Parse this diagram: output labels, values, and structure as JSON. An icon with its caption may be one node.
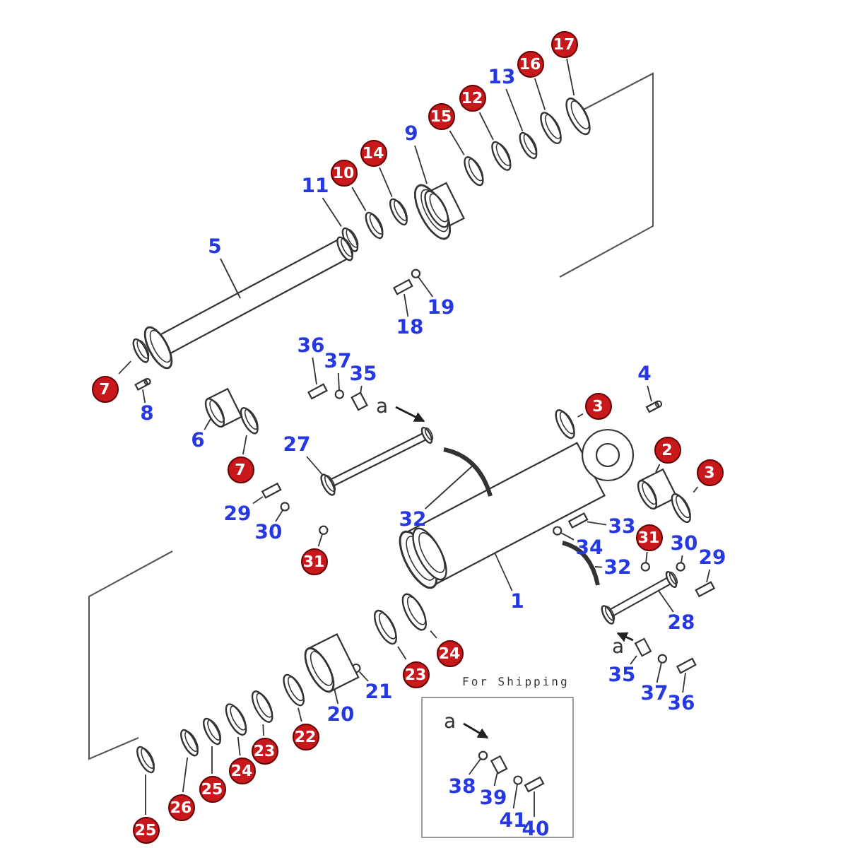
{
  "diagram": {
    "nodes": [
      {
        "text": [
          "17"
        ]
      },
      {
        "text": [
          "16"
        ]
      },
      {
        "text": [
          "13"
        ]
      },
      {
        "text": [
          "12"
        ]
      },
      {
        "text": [
          "15"
        ]
      },
      {
        "text": [
          "9"
        ]
      },
      {
        "text": [
          "14"
        ]
      },
      {
        "text": [
          "10"
        ]
      },
      {
        "text": [
          "11"
        ]
      },
      {
        "text": [
          "5"
        ]
      },
      {
        "text": [
          "19"
        ]
      },
      {
        "text": [
          "18"
        ]
      },
      {
        "text": [
          "36"
        ]
      },
      {
        "text": [
          "37"
        ]
      },
      {
        "text": [
          "35"
        ]
      },
      {
        "text": [
          "4"
        ]
      },
      {
        "text": [
          "7"
        ]
      },
      {
        "text": [
          "8"
        ]
      },
      {
        "text": [
          "3"
        ]
      },
      {
        "text": [
          "2"
        ]
      },
      {
        "text": [
          "6"
        ]
      },
      {
        "text": [
          "27"
        ]
      },
      {
        "text": [
          "3"
        ]
      },
      {
        "text": [
          "7"
        ]
      },
      {
        "text": [
          "32"
        ]
      },
      {
        "text": [
          "29"
        ]
      },
      {
        "text": [
          "30"
        ]
      },
      {
        "text": [
          "33"
        ]
      },
      {
        "text": [
          "31"
        ]
      },
      {
        "text": [
          "30"
        ]
      },
      {
        "text": [
          "29"
        ]
      },
      {
        "text": [
          "34"
        ]
      },
      {
        "text": [
          "32"
        ]
      },
      {
        "text": [
          "31"
        ]
      },
      {
        "text": [
          "1"
        ]
      },
      {
        "text": [
          "28"
        ]
      },
      {
        "text": [
          "24"
        ]
      },
      {
        "text": [
          "23"
        ]
      },
      {
        "text": [
          "21"
        ]
      },
      {
        "text": [
          "35"
        ]
      },
      {
        "text": [
          "37"
        ]
      },
      {
        "text": [
          "36"
        ]
      },
      {
        "text": [
          "20"
        ]
      },
      {
        "text": [
          "22"
        ]
      },
      {
        "text": [
          "23"
        ]
      },
      {
        "text": [
          "24"
        ]
      },
      {
        "text": [
          "25"
        ]
      },
      {
        "text": [
          "26"
        ]
      },
      {
        "text": [
          "25"
        ]
      },
      {
        "text": [],
        "shape": "box"
      },
      {
        "text": [
          "38"
        ],
        "in": 49
      },
      {
        "text": [
          "39"
        ],
        "in": 49
      },
      {
        "text": [
          "41"
        ],
        "in": 49
      },
      {
        "text": [
          "40"
        ],
        "in": 49
      },
      {
        "text": [],
        "shape": "picture"
      },
      {
        "text": [],
        "shape": "picture"
      },
      {
        "text": [],
        "shape": "picture"
      },
      {
        "text": [],
        "shape": "picture"
      },
      {
        "text": [],
        "shape": "picture"
      },
      {
        "text": [],
        "shape": "picture"
      },
      {
        "text": [],
        "shape": "picture"
      },
      {
        "text": [],
        "shape": "picture"
      },
      {
        "text": [],
        "shape": "picture"
      },
      {
        "text": [],
        "shape": "picture"
      },
      {
        "text": [],
        "shape": "circle"
      },
      {
        "text": [],
        "shape": "box"
      },
      {
        "text": [],
        "shape": "box"
      },
      {
        "text": [],
        "shape": "circle"
      },
      {
        "text": [],
        "shape": "box"
      },
      {
        "text": [],
        "shape": "box"
      },
      {
        "text": [],
        "shape": "picture"
      },
      {
        "text": [],
        "shape": "box"
      },
      {
        "text": [],
        "shape": "picture"
      },
      {
        "text": [],
        "shape": "picture"
      },
      {
        "text": [],
        "shape": "picture"
      },
      {
        "text": [],
        "shape": "bar"
      },
      {
        "text": [],
        "shape": "picture"
      },
      {
        "text": [],
        "shape": "picture"
      },
      {
        "text": [],
        "shape": "picture"
      },
      {
        "text": [],
        "shape": "box"
      },
      {
        "text": [],
        "shape": "circle"
      },
      {
        "text": [],
        "shape": "box"
      },
      {
        "text": [],
        "shape": "circle"
      },
      {
        "text": [],
        "shape": "circle"
      },
      {
        "text": [],
        "shape": "box"
      },
      {
        "text": [],
        "shape": "circle"
      },
      {
        "text": [],
        "shape": "picture"
      },
      {
        "text": [],
        "shape": "circle"
      },
      {
        "text": [],
        "shape": "picture"
      },
      {
        "text": [],
        "shape": "bar"
      },
      {
        "text": [],
        "shape": "picture"
      },
      {
        "text": [],
        "shape": "picture"
      },
      {
        "text": [],
        "shape": "circle"
      },
      {
        "text": [],
        "shape": "box"
      },
      {
        "text": [],
        "shape": "circle"
      },
      {
        "text": [],
        "shape": "box"
      },
      {
        "text": [],
        "shape": "picture"
      },
      {
        "text": [],
        "shape": "picture"
      },
      {
        "text": [],
        "shape": "picture"
      },
      {
        "text": [],
        "shape": "picture"
      },
      {
        "text": [],
        "shape": "picture"
      },
      {
        "text": [],
        "shape": "picture"
      },
      {
        "text": [],
        "shape": "picture"
      },
      {
        "text": [],
        "shape": "circle",
        "in": 49
      },
      {
        "text": [],
        "shape": "box",
        "in": 49
      },
      {
        "text": [],
        "shape": "circle",
        "in": 49
      },
      {
        "text": [],
        "shape": "box",
        "in": 49
      }
    ],
    "edges": [
      {
        "from": 0,
        "to": 54,
        "arrow": "none"
      },
      {
        "from": 1,
        "to": 55,
        "arrow": "none"
      },
      {
        "from": 2,
        "to": 56,
        "arrow": "none"
      },
      {
        "from": 3,
        "to": 57,
        "arrow": "none"
      },
      {
        "from": 4,
        "to": 58,
        "arrow": "none"
      },
      {
        "from": 5,
        "to": 59,
        "arrow": "none"
      },
      {
        "from": 6,
        "to": 60,
        "arrow": "none"
      },
      {
        "from": 7,
        "to": 61,
        "arrow": "none"
      },
      {
        "from": 8,
        "to": 62,
        "arrow": "none"
      },
      {
        "from": 9,
        "to": 63,
        "arrow": "none"
      },
      {
        "from": 10,
        "to": 64,
        "arrow": "none"
      },
      {
        "from": 11,
        "to": 65,
        "arrow": "none"
      },
      {
        "from": 12,
        "to": 66,
        "arrow": "none"
      },
      {
        "from": 13,
        "to": 67,
        "arrow": "none"
      },
      {
        "from": 14,
        "to": 68,
        "arrow": "none"
      },
      {
        "from": 15,
        "to": 69,
        "arrow": "none"
      },
      {
        "from": 16,
        "to": 70,
        "arrow": "none"
      },
      {
        "from": 17,
        "to": 71,
        "arrow": "none"
      },
      {
        "from": 18,
        "to": 72,
        "arrow": "none"
      },
      {
        "from": 19,
        "to": 73,
        "arrow": "none"
      },
      {
        "from": 20,
        "to": 74,
        "arrow": "none"
      },
      {
        "from": 21,
        "to": 75,
        "arrow": "none"
      },
      {
        "from": 22,
        "to": 76,
        "arrow": "none"
      },
      {
        "from": 23,
        "to": 77,
        "arrow": "none"
      },
      {
        "from": 24,
        "to": 78,
        "arrow": "none"
      },
      {
        "from": 25,
        "to": 79,
        "arrow": "none"
      },
      {
        "from": 26,
        "to": 80,
        "arrow": "none"
      },
      {
        "from": 27,
        "to": 81,
        "arrow": "none"
      },
      {
        "from": 28,
        "to": 82,
        "arrow": "none"
      },
      {
        "from": 29,
        "to": 83,
        "arrow": "none"
      },
      {
        "from": 30,
        "to": 84,
        "arrow": "none"
      },
      {
        "from": 31,
        "to": 85,
        "arrow": "none"
      },
      {
        "from": 32,
        "to": 86,
        "arrow": "none"
      },
      {
        "from": 33,
        "to": 87,
        "arrow": "none"
      },
      {
        "from": 34,
        "to": 88,
        "arrow": "none"
      },
      {
        "from": 35,
        "to": 89,
        "arrow": "none"
      },
      {
        "from": 36,
        "to": 90,
        "arrow": "none"
      },
      {
        "from": 37,
        "to": 91,
        "arrow": "none"
      },
      {
        "from": 38,
        "to": 92,
        "arrow": "none"
      },
      {
        "from": 39,
        "to": 93,
        "arrow": "none"
      },
      {
        "from": 40,
        "to": 94,
        "arrow": "none"
      },
      {
        "from": 41,
        "to": 95,
        "arrow": "none"
      },
      {
        "from": 42,
        "to": 96,
        "arrow": "none"
      },
      {
        "from": 43,
        "to": 97,
        "arrow": "none"
      },
      {
        "from": 44,
        "to": 98,
        "arrow": "none"
      },
      {
        "from": 45,
        "to": 99,
        "arrow": "none"
      },
      {
        "from": 46,
        "to": 100,
        "arrow": "none"
      },
      {
        "from": 47,
        "to": 101,
        "arrow": "none"
      },
      {
        "from": 48,
        "to": 102,
        "arrow": "none"
      },
      {
        "from": 50,
        "to": 103,
        "arrow": "none"
      },
      {
        "from": 51,
        "to": 104,
        "arrow": "none"
      },
      {
        "from": 52,
        "to": 105,
        "arrow": "none"
      },
      {
        "from": 53,
        "to": 106,
        "arrow": "none"
      }
    ],
    "labels": [
      "a",
      "a",
      "For Shipping",
      "a"
    ]
  }
}
